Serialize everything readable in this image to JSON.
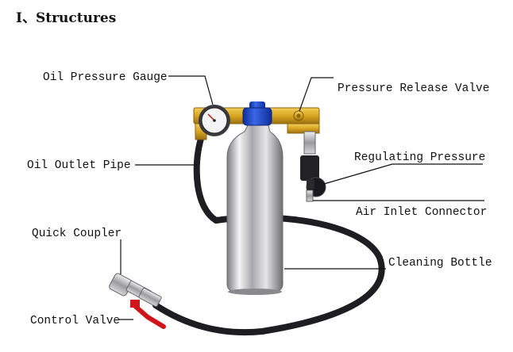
{
  "heading": "Ⅰ、Structures",
  "labels": {
    "oil_pressure_gauge": "Oil Pressure Gauge",
    "pressure_release_valve": "Pressure Release Valve",
    "oil_outlet_pipe": "Oil Outlet Pipe",
    "regulating_pressure": "Regulating Pressure",
    "air_inlet_connector": "Air Inlet Connector",
    "quick_coupler": "Quick Coupler",
    "cleaning_bottle": "Cleaning Bottle",
    "control_valve": "Control Valve"
  },
  "colors": {
    "brass": "#d9a520",
    "cap_blue": "#1c46c8",
    "hose": "#1e1e22",
    "valve_red": "#d0141c",
    "bottle_silver": "#c8c8cc"
  }
}
